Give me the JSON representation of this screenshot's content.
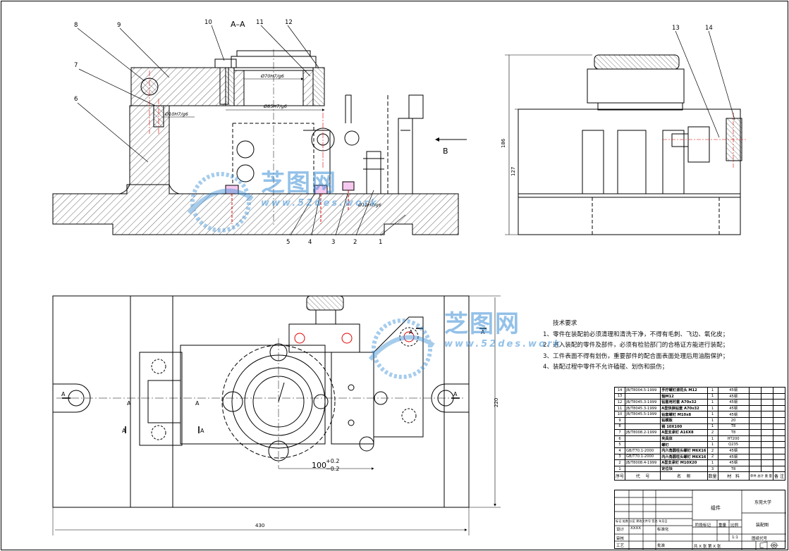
{
  "view_labels": {
    "section": "A–A",
    "b_arrow": "B",
    "a_mark": "A"
  },
  "balloons": [
    "1",
    "2",
    "3",
    "4",
    "5",
    "6",
    "7",
    "8",
    "9",
    "10",
    "11",
    "12",
    "13",
    "14"
  ],
  "dimensions": {
    "fit_bore": "Ø70H7/g6",
    "fit_outer": "Ø85H7/g6",
    "fit_pin": "Ø10H7/g6",
    "fit_base": "Ø12H7/g6",
    "height_total": "186",
    "height_base": "127",
    "length_total": "430",
    "width_total": "220",
    "center": "100",
    "tol_plus": "+0.2",
    "tol_minus": "−0.2"
  },
  "notes": {
    "title": "技术要求",
    "items": [
      "1、零件在装配前必须清理和清洗干净，不得有毛刺、飞边、氧化皮；",
      "2、进入装配的零件及部件，必须有检验部门的合格证方能进行装配；",
      "3、工件表面不得有划伤，重要部件的配合面表面处理后用油脂保护；",
      "4、装配过程中零件不允许磕碰、划伤和损伤；"
    ]
  },
  "bom": {
    "rows": [
      {
        "no": "14",
        "code": "JB/T8004.5-1999",
        "name": "手拧螺钉滚花头 M12",
        "qty": "1",
        "mat": "45钢"
      },
      {
        "no": "13",
        "code": "",
        "name": "轴M12",
        "qty": "1",
        "mat": "45钢"
      },
      {
        "no": "12",
        "code": "JB/T8045.3-1999",
        "name": "钻套用衬套 A70x32",
        "qty": "1",
        "mat": "45钢"
      },
      {
        "no": "11",
        "code": "JB/T8045.3-1999",
        "name": "A型快换钻套 A70x32",
        "qty": "1",
        "mat": "45钢"
      },
      {
        "no": "10",
        "code": "JB/T8045.5-1999",
        "name": "钻套螺钉 M10x8",
        "qty": "1",
        "mat": "45钢"
      },
      {
        "no": "9",
        "code": "",
        "name": "钻模板",
        "qty": "1",
        "mat": "20"
      },
      {
        "no": "8",
        "code": "",
        "name": "销 10X100",
        "qty": "1",
        "mat": "T8"
      },
      {
        "no": "7",
        "code": "JB/T8008.2-1999",
        "name": "A型支承钉 A16X8",
        "qty": "2",
        "mat": "T8"
      },
      {
        "no": "6",
        "code": "",
        "name": "夹具体",
        "qty": "1",
        "mat": "HT200"
      },
      {
        "no": "5",
        "code": "",
        "name": "螺钉",
        "qty": "1",
        "mat": "Q235"
      },
      {
        "no": "4",
        "code": "GB/T70.1-2000",
        "name": "内六角圆柱头螺钉 M6X16",
        "qty": "2",
        "mat": "45钢"
      },
      {
        "no": "3",
        "code": "GB/T70.1-2000",
        "name": "内六角圆柱头螺钉 M6X16",
        "qty": "2",
        "mat": "45钢"
      },
      {
        "no": "2",
        "code": "JB/T8008.4-1999",
        "name": "A型支承钉 M10X20",
        "qty": "1",
        "mat": "45钢"
      },
      {
        "no": "1",
        "code": "",
        "name": "定位块",
        "qty": "3",
        "mat": "T8"
      }
    ],
    "header": [
      "序号",
      "代",
      "号",
      "名",
      "称",
      "数量",
      "材",
      "料",
      "单件 总计 重 量",
      "备 注"
    ]
  },
  "title_block": {
    "company": "东莞大学",
    "part_name": "组件",
    "drawing_type": "装配图",
    "scale_label": "比例",
    "scale": "1:1",
    "weight_label": "重量",
    "stage_label": "阶段标记",
    "designer_label": "设计",
    "designer_name": "XXXX",
    "std_label": "标准化",
    "process_label": "工艺",
    "approve_label": "批准",
    "review_label": "审核",
    "sheet_info": "共 X 张    第 X 张",
    "drawing_no_label": "图纸代号",
    "revision_label": "标记 处数 分区 更改文件号 签名 年月日"
  },
  "watermark": {
    "brand": "芝图网",
    "url": "www.52des.work"
  }
}
